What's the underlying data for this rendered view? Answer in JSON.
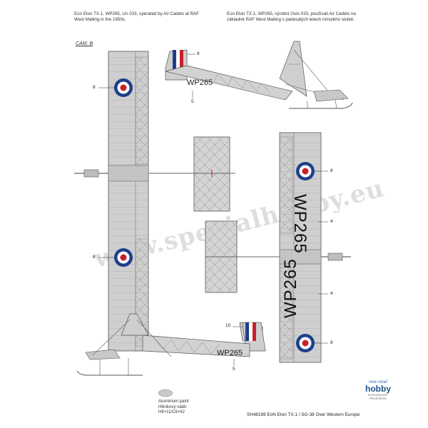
{
  "captions": {
    "en": "Eon Eton TX.1, WP265, c/n 033, operated by Air Cadets at RAF West Malling in the 1950s.",
    "cz": "Eon Eton TX.1, WP265, výrobní číslo 033, používali Air Cadets na základně RAF West Malling v padesátých letech minulého století."
  },
  "camouflage_label": "CAM. B",
  "serial": "WP265",
  "callouts": {
    "fin_flash_upper": "9",
    "fin_flash_lower": "10",
    "serial_upper": "5",
    "serial_lower": "5",
    "roundel_left_top": "8",
    "roundel_left_bottom": "8",
    "roundel_right_top": "8",
    "roundel_right_bottom": "8",
    "serial_right_top": "4",
    "serial_right_bottom": "4"
  },
  "legend": {
    "line1": "Aluminium paint",
    "line2": "Hliníkový nátěr",
    "line3": "H8+11/C8+62",
    "swatch_color": "#c8c8c8"
  },
  "watermark": "www.specialhobby.eu",
  "logo": {
    "line1": "new retail",
    "line2": "hobby",
    "line3": "KOVOZÁVODY PROSTĚJOV"
  },
  "footer": "SH48198  EoN Eton TX.1 / SG-38 Over Western Europe",
  "colors": {
    "aluminium": "#cfcfcf",
    "roundel_blue": "#1d3f8a",
    "roundel_red": "#c8202a",
    "outline": "#555555"
  }
}
